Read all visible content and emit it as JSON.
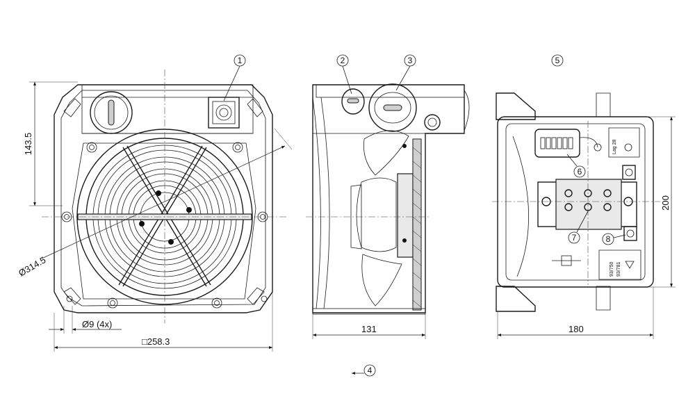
{
  "front_view": {
    "height_dim": "143.5",
    "diameter_dim": "Ø314.5",
    "hole_dim": "Ø9 (4x)",
    "width_dim": "□258.3"
  },
  "side_view": {
    "depth_dim": "131"
  },
  "rear_view": {
    "height_dim": "200",
    "width_dim": "180",
    "label_lag": "Lag 28",
    "label_part_a": "93/750",
    "label_part_b": "93/781"
  },
  "callouts": [
    "1",
    "2",
    "3",
    "4",
    "5",
    "6",
    "7",
    "8"
  ]
}
